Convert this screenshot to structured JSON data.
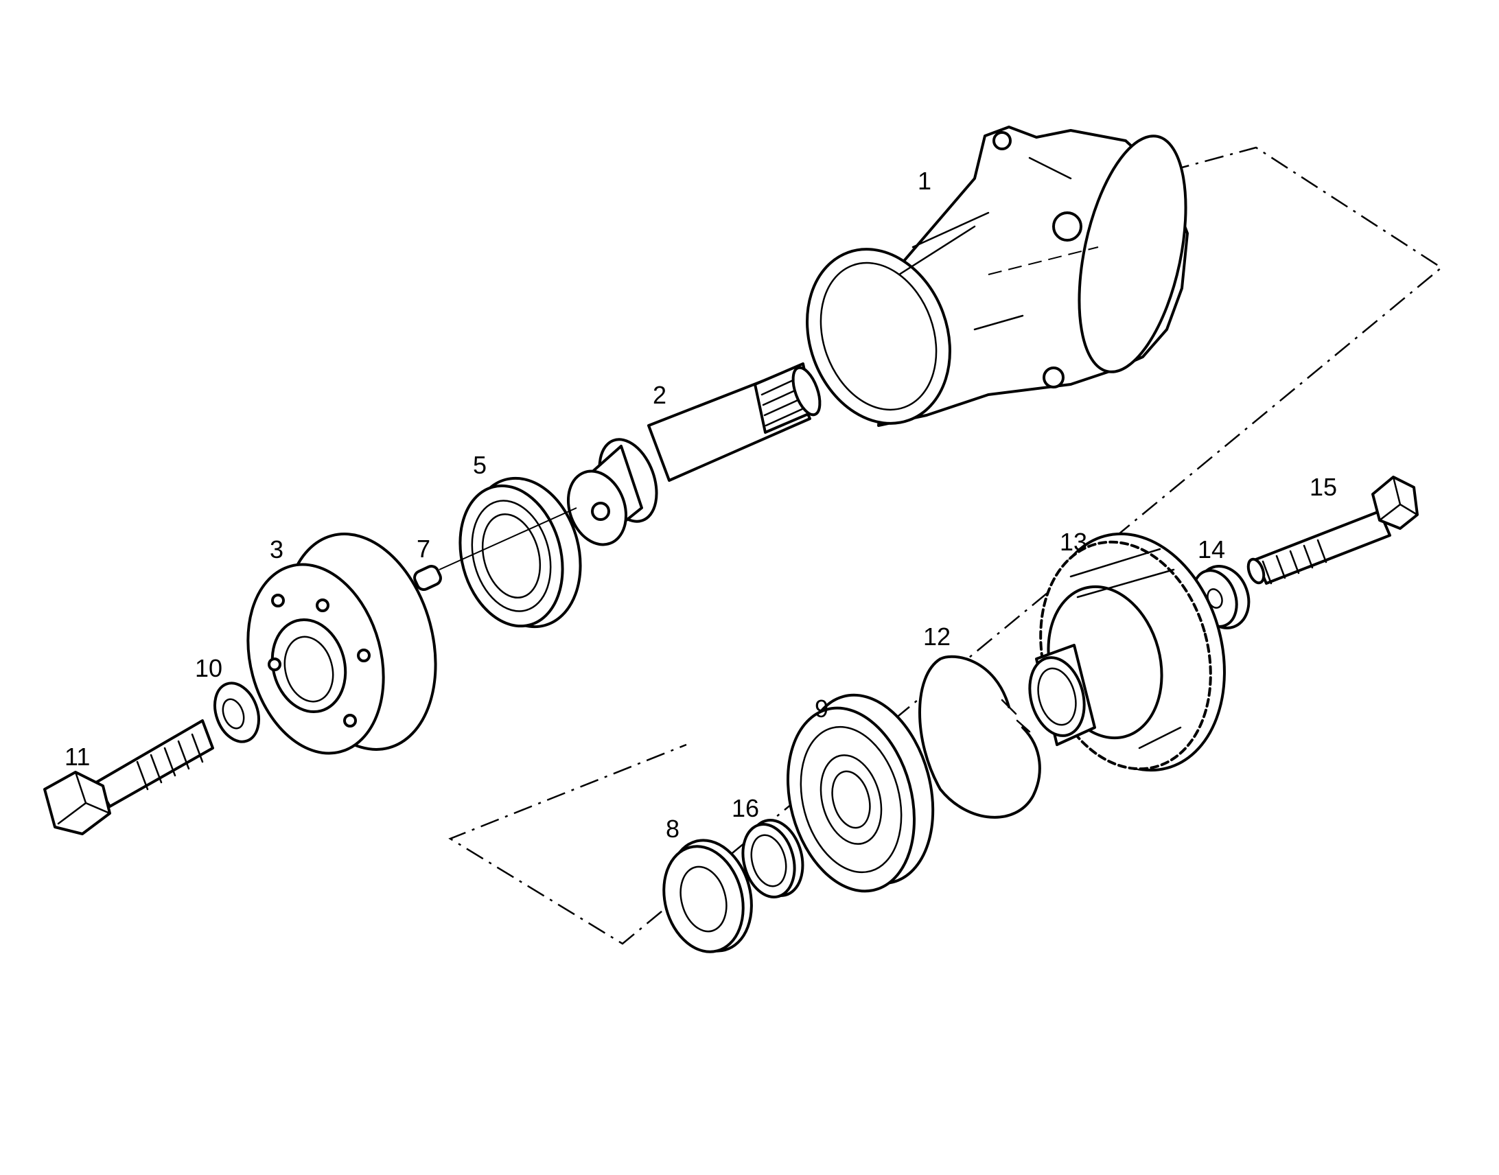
{
  "diagram": {
    "callouts": [
      "1",
      "2",
      "3",
      "5",
      "7",
      "8",
      "9",
      "10",
      "11",
      "12",
      "13",
      "14",
      "15",
      "16"
    ]
  }
}
